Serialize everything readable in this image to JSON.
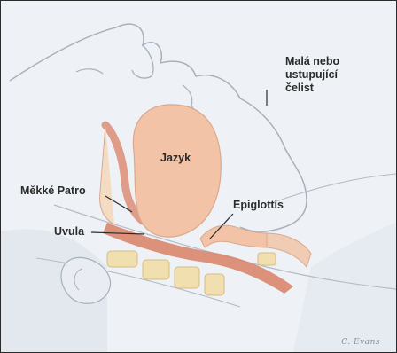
{
  "labels": {
    "jaw": [
      "Malá nebo",
      "ustupující",
      "čelist"
    ],
    "tongue": "Jazyk",
    "soft_palate": "Měkké Patro",
    "epiglottis": "Epiglottis",
    "uvula": "Uvula"
  },
  "signature": "C. Evans",
  "colors": {
    "background": "#eef2f6",
    "skin_outline": "#a8b0bc",
    "tongue": "#f2c3a6",
    "airway": "#d9866e",
    "bone": "#f2dfb0",
    "text": "#2b2b2b"
  }
}
